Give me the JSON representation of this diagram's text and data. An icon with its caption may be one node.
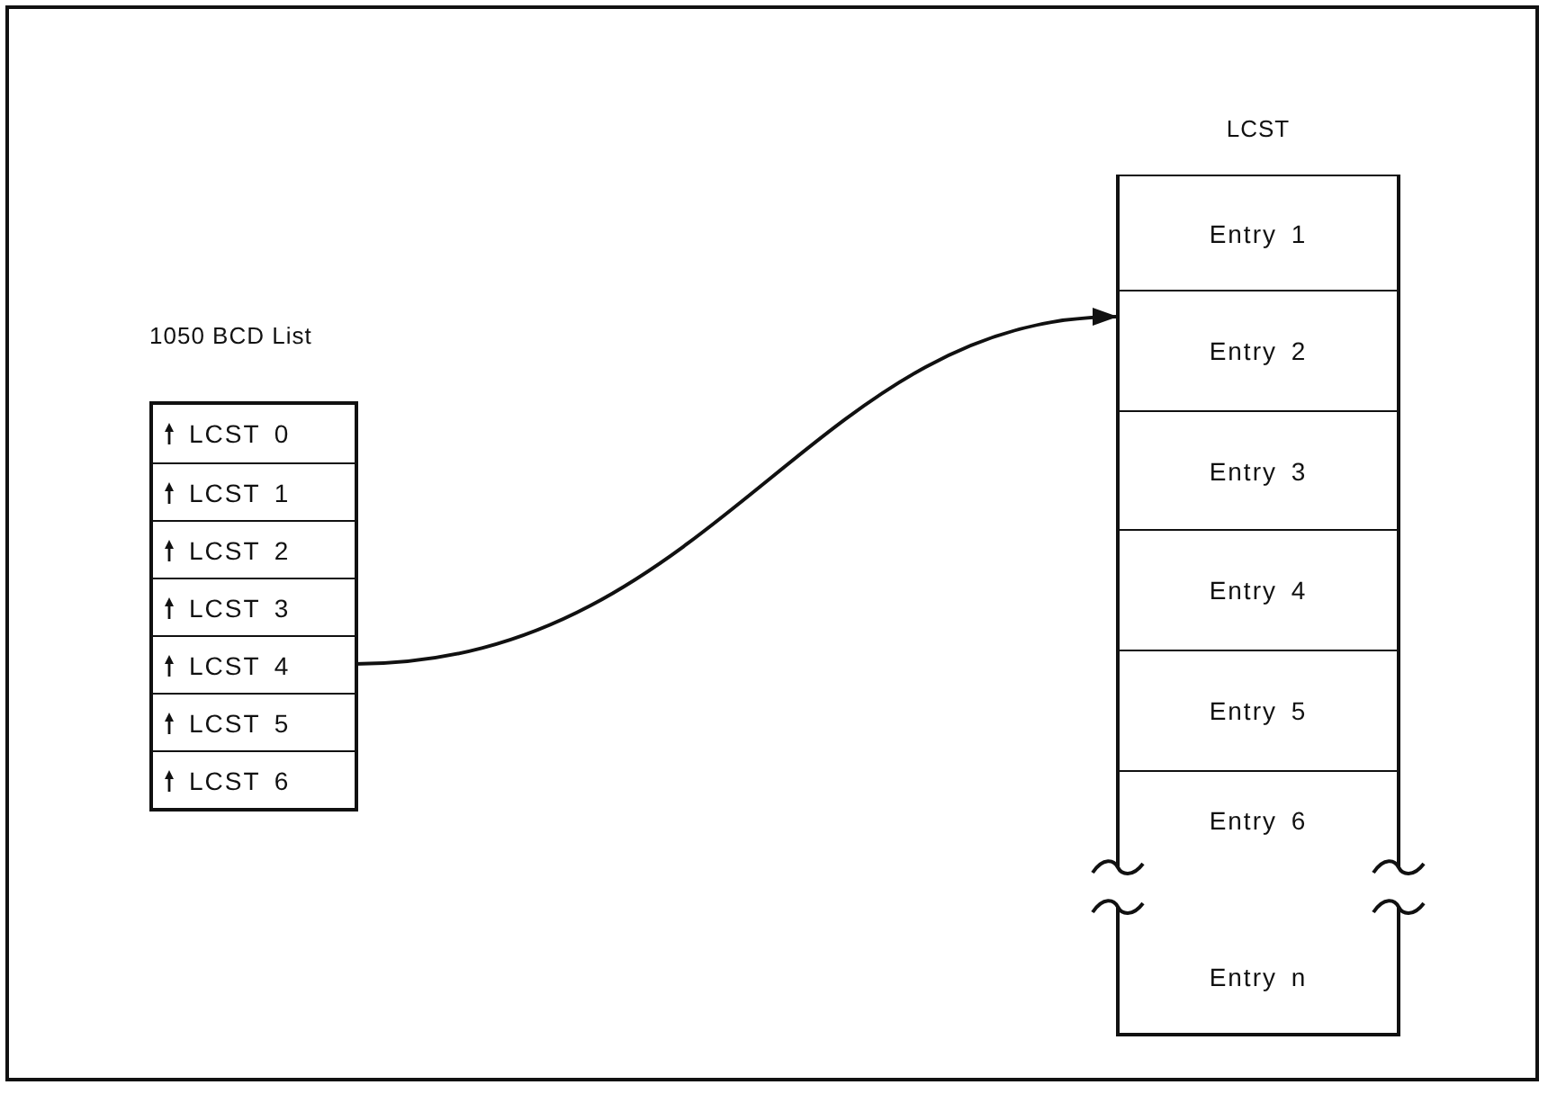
{
  "diagram": {
    "nodes": [
      {
        "text": [
          "1050 BCD List"
        ]
      },
      {
        "text": [
          "LCST 0"
        ],
        "in": 0
      },
      {
        "text": [
          "LCST 1"
        ],
        "in": 0
      },
      {
        "text": [
          "LCST 2"
        ],
        "in": 0
      },
      {
        "text": [
          "LCST 3"
        ],
        "in": 0
      },
      {
        "text": [
          "LCST 4"
        ],
        "in": 0
      },
      {
        "text": [
          "LCST 5"
        ],
        "in": 0
      },
      {
        "text": [
          "LCST 6"
        ],
        "in": 0
      },
      {
        "text": [
          "LCST"
        ]
      },
      {
        "text": [
          "Entry 1"
        ],
        "in": 8
      },
      {
        "text": [
          "Entry 2"
        ],
        "in": 8
      },
      {
        "text": [
          "Entry 3"
        ],
        "in": 8
      },
      {
        "text": [
          "Entry 4"
        ],
        "in": 8
      },
      {
        "text": [
          "Entry 5"
        ],
        "in": 8
      },
      {
        "text": [
          "Entry 6"
        ],
        "in": 8
      },
      {
        "text": [
          "Entry n"
        ],
        "in": 8
      }
    ],
    "edges": [
      {
        "from": 5,
        "to": 10,
        "arrow": "to"
      }
    ]
  }
}
